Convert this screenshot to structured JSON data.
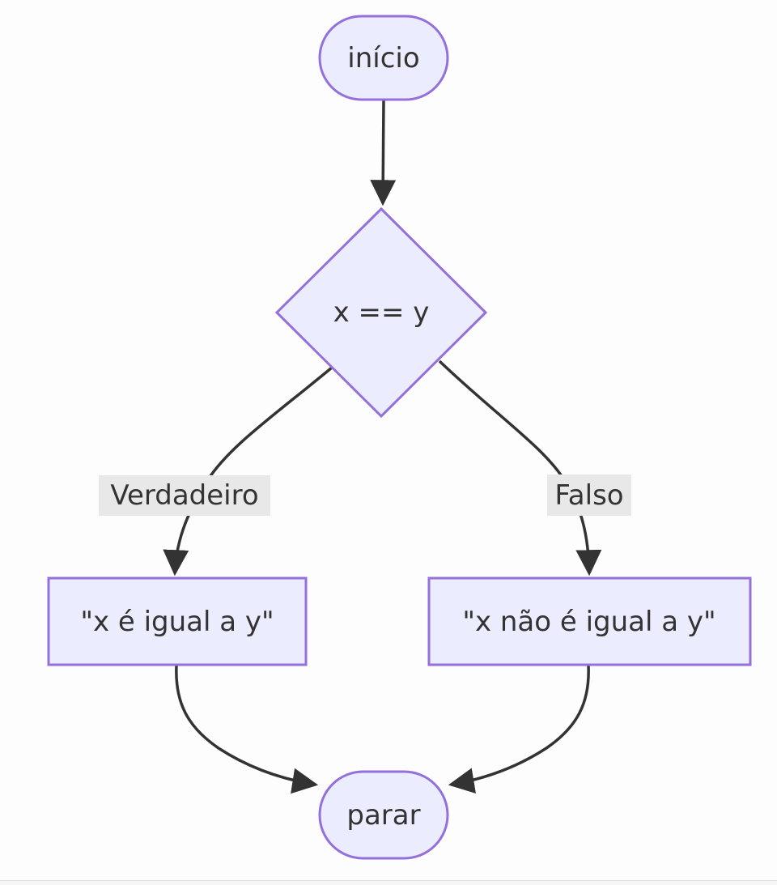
{
  "diagram": {
    "type": "flowchart",
    "direction": "top-down",
    "nodes": [
      {
        "id": "start",
        "shape": "stadium",
        "label": "início"
      },
      {
        "id": "decision",
        "shape": "diamond",
        "label": "x == y"
      },
      {
        "id": "true-branch",
        "shape": "rectangle",
        "label": "\"x é igual a y\""
      },
      {
        "id": "false-branch",
        "shape": "rectangle",
        "label": "\"x não é igual a y\""
      },
      {
        "id": "end",
        "shape": "stadium",
        "label": "parar"
      }
    ],
    "edges": [
      {
        "from": "start",
        "to": "decision",
        "label": ""
      },
      {
        "from": "decision",
        "to": "true-branch",
        "label": "Verdadeiro"
      },
      {
        "from": "decision",
        "to": "false-branch",
        "label": "Falso"
      },
      {
        "from": "true-branch",
        "to": "end",
        "label": ""
      },
      {
        "from": "false-branch",
        "to": "end",
        "label": ""
      }
    ],
    "colors": {
      "node_fill": "#ececff",
      "node_border": "#9370db",
      "edge_line": "#333333",
      "text": "#333333",
      "edge_label_background": "#e8e8e8",
      "background": "#fdfdfd"
    }
  }
}
